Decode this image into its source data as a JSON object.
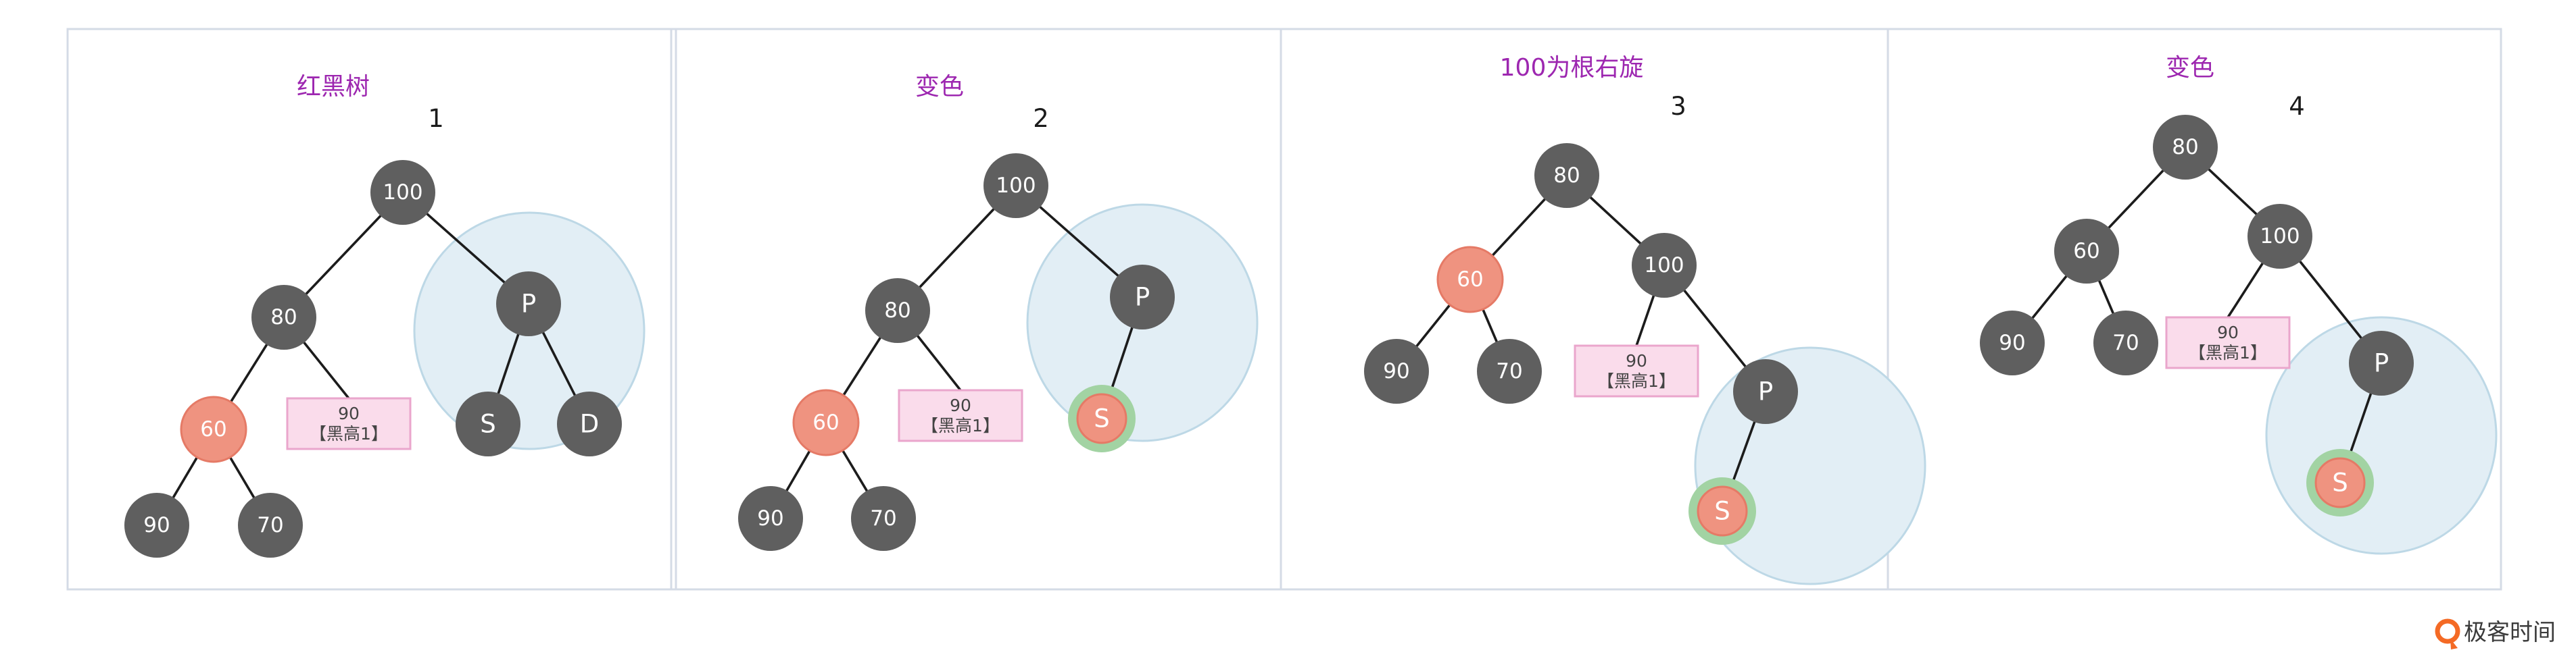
{
  "panels": [
    {
      "title": "红黑树",
      "step": "1",
      "nodes": [
        {
          "id": "n100",
          "label": "100",
          "color": "black"
        },
        {
          "id": "n80",
          "label": "80",
          "color": "black"
        },
        {
          "id": "n60",
          "label": "60",
          "color": "red"
        },
        {
          "id": "n90",
          "label": "90",
          "color": "black"
        },
        {
          "id": "n70",
          "label": "70",
          "color": "black"
        },
        {
          "id": "nP",
          "label": "P",
          "color": "black"
        },
        {
          "id": "nS",
          "label": "S",
          "color": "black"
        },
        {
          "id": "nD",
          "label": "D",
          "color": "black"
        }
      ],
      "edges": [
        [
          "n100",
          "n80"
        ],
        [
          "n100",
          "nP"
        ],
        [
          "n80",
          "n60"
        ],
        [
          "n80",
          "note"
        ],
        [
          "n60",
          "n90"
        ],
        [
          "n60",
          "n70"
        ],
        [
          "nP",
          "nS"
        ],
        [
          "nP",
          "nD"
        ]
      ],
      "note": {
        "line1": "90",
        "line2": "【黑高1】"
      }
    },
    {
      "title": "变色",
      "step": "2",
      "nodes": [
        {
          "id": "n100",
          "label": "100",
          "color": "black"
        },
        {
          "id": "n80",
          "label": "80",
          "color": "black"
        },
        {
          "id": "n60",
          "label": "60",
          "color": "red"
        },
        {
          "id": "n90",
          "label": "90",
          "color": "black"
        },
        {
          "id": "n70",
          "label": "70",
          "color": "black"
        },
        {
          "id": "nP",
          "label": "P",
          "color": "black"
        },
        {
          "id": "nS",
          "label": "S",
          "color": "red",
          "ring": true
        }
      ],
      "edges": [
        [
          "n100",
          "n80"
        ],
        [
          "n100",
          "nP"
        ],
        [
          "n80",
          "n60"
        ],
        [
          "n80",
          "note"
        ],
        [
          "n60",
          "n90"
        ],
        [
          "n60",
          "n70"
        ],
        [
          "nP",
          "nS"
        ]
      ],
      "note": {
        "line1": "90",
        "line2": "【黑高1】"
      }
    },
    {
      "title": "100为根右旋",
      "step": "3",
      "nodes": [
        {
          "id": "n80",
          "label": "80",
          "color": "black"
        },
        {
          "id": "n60",
          "label": "60",
          "color": "red"
        },
        {
          "id": "n100",
          "label": "100",
          "color": "black"
        },
        {
          "id": "n90",
          "label": "90",
          "color": "black"
        },
        {
          "id": "n70",
          "label": "70",
          "color": "black"
        },
        {
          "id": "nP",
          "label": "P",
          "color": "black"
        },
        {
          "id": "nS",
          "label": "S",
          "color": "red",
          "ring": true
        }
      ],
      "edges": [
        [
          "n80",
          "n60"
        ],
        [
          "n80",
          "n100"
        ],
        [
          "n60",
          "n90"
        ],
        [
          "n60",
          "n70"
        ],
        [
          "n100",
          "note"
        ],
        [
          "n100",
          "nP"
        ],
        [
          "nP",
          "nS"
        ]
      ],
      "note": {
        "line1": "90",
        "line2": "【黑高1】"
      }
    },
    {
      "title": "变色",
      "step": "4",
      "nodes": [
        {
          "id": "n80",
          "label": "80",
          "color": "black"
        },
        {
          "id": "n60",
          "label": "60",
          "color": "black"
        },
        {
          "id": "n100",
          "label": "100",
          "color": "black"
        },
        {
          "id": "n90",
          "label": "90",
          "color": "black"
        },
        {
          "id": "n70",
          "label": "70",
          "color": "black"
        },
        {
          "id": "nP",
          "label": "P",
          "color": "black"
        },
        {
          "id": "nS",
          "label": "S",
          "color": "red",
          "ring": true
        }
      ],
      "edges": [
        [
          "n80",
          "n60"
        ],
        [
          "n80",
          "n100"
        ],
        [
          "n60",
          "n90"
        ],
        [
          "n60",
          "n70"
        ],
        [
          "n100",
          "note"
        ],
        [
          "n100",
          "nP"
        ],
        [
          "nP",
          "nS"
        ]
      ],
      "note": {
        "line1": "90",
        "line2": "【黑高1】"
      }
    }
  ],
  "brand": {
    "name": "极客时间",
    "accent": "#f46a25"
  },
  "colors": {
    "black_node": "#5f5f5f",
    "red_node": "#ef9380",
    "title": "#9d27b0",
    "region": "#e2eef5",
    "ring": "#a2d3a3",
    "note": "#fadceb"
  }
}
